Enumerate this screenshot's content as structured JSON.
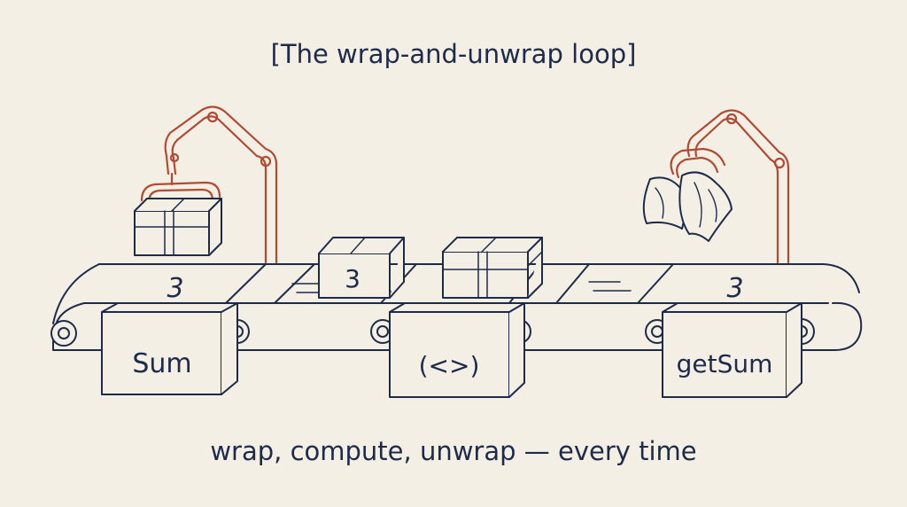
{
  "title": "[The wrap-and-unwrap loop]",
  "caption": "wrap, compute, unwrap — every time",
  "stations": [
    {
      "label": "Sum",
      "belt_value": "3"
    },
    {
      "label": "(<>)"
    },
    {
      "label": "getSum",
      "belt_value": "3"
    }
  ],
  "parcel_value": "3",
  "colors": {
    "ink": "#1e2a4a",
    "arm": "#b24a32",
    "background": "#f3efe4"
  }
}
